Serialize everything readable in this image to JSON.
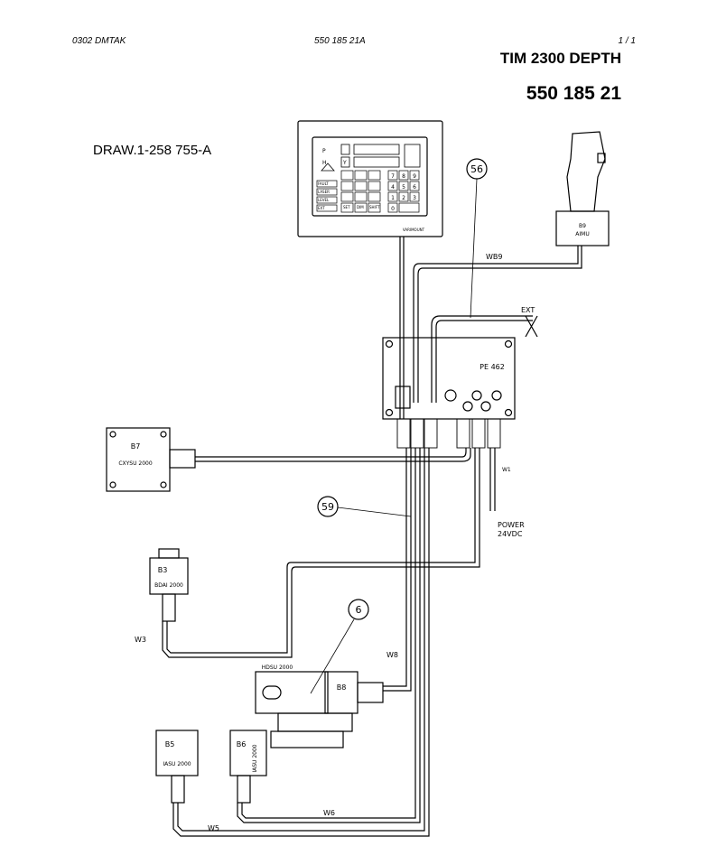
{
  "header": {
    "left": "0302  DMTAK",
    "middle": "550 185 21A",
    "right": "1 / 1",
    "title": "TIM 2300 DEPTH",
    "part_number": "550 185 21"
  },
  "drawing_ref": "DRAW.1-258 755-A",
  "components": {
    "pe": "PE 462",
    "b9_id": "B9",
    "b9_name": "AIMU",
    "b7_id": "B7",
    "b7_name": "CXYSU 2000",
    "b3_id": "B3",
    "b3_name": "BDAI 2000",
    "b8_id": "B8",
    "hdsu_name": "HDSU 2000",
    "b5_id": "B5",
    "b5_name": "IASU 2000",
    "b6_id": "B6",
    "b6_name": "IASU 2000"
  },
  "display": {
    "row_p": "P",
    "row_y": "Y",
    "row_h": "H",
    "btn_fault": "FAULT",
    "btn_laser": "LASER",
    "btn_level": "LEVEL",
    "btn_ext": "EXT",
    "btn_set": "SET",
    "btn_dim": "DIM",
    "btn_shift": "SHIFT",
    "keys": [
      "7",
      "8",
      "9",
      "4",
      "5",
      "6",
      "1",
      "2",
      "3",
      "0"
    ],
    "brand": "VARIMOUNT"
  },
  "wires": {
    "wb9": "WB9",
    "ext": "EXT",
    "w1": "W1",
    "power_1": "POWER",
    "power_2": "24VDC",
    "w3": "W3",
    "w8": "W8",
    "w6": "W6",
    "w5": "W5"
  },
  "callouts": {
    "c56": "56",
    "c59": "59",
    "c6": "6"
  }
}
